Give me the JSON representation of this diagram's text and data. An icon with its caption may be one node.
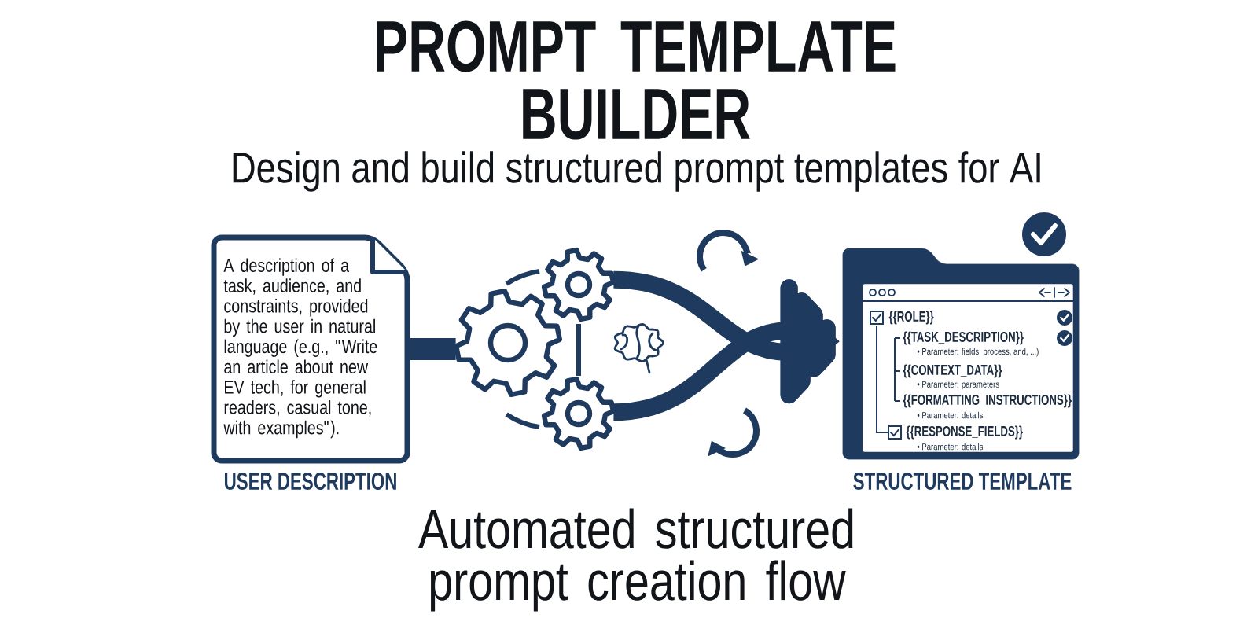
{
  "diagram": {
    "title": "PROMPT TEMPLATE BUILDER",
    "caption": "Automated structured prompt creation flow",
    "nodes": [
      {
        "text": [
          "A description of a task, audience, and constraints, provided by the user in natural language (e.g., \"Write an article about new EV tech, for general readers, casual tone, with examples\").",
          "USER DESCRIPTION"
        ]
      },
      {
        "text": [],
        "shape": "picture"
      },
      {
        "text": [
          "STRUCTURED TEMPLATE"
        ]
      },
      {
        "text": [
          "{{ROLE}}",
          "{{TASK_DESCRIPTION}}",
          "• Parameter: fields, process, and, ...)",
          "{{CONTEXT_DATA}}",
          "• Parameter: parameters",
          "{{FORMATTING_INSTRUCTIONS}}",
          "• Parameter: details",
          "{{RESPONSE_FIELDS}}",
          "• Parameter: details"
        ],
        "in": 2
      }
    ],
    "edges": [
      {
        "from": 0,
        "to": 1,
        "arrow": "none"
      },
      {
        "from": 1,
        "to": 2,
        "arrow": "to"
      },
      {
        "from": 1,
        "to": 2,
        "arrow": "to"
      }
    ],
    "labels": [
      "Design and build structured prompt templates for AI"
    ]
  }
}
